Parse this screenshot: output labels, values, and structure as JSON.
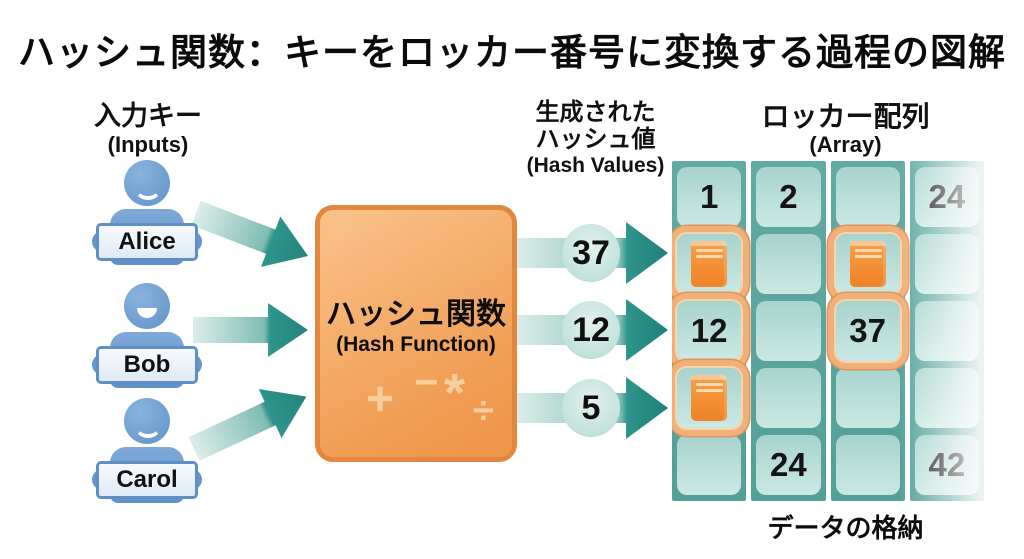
{
  "title": "ハッシュ関数：キーをロッカー番号に変換する過程の図解",
  "inputs": {
    "heading_ja": "入力キー",
    "heading_en": "(Inputs)",
    "people": [
      {
        "name": "Alice"
      },
      {
        "name": "Bob"
      },
      {
        "name": "Carol"
      }
    ]
  },
  "hash_function": {
    "heading_ja": "ハッシュ関数",
    "heading_en": "(Hash Function)",
    "symbols": [
      "+",
      "−",
      "*",
      "÷"
    ]
  },
  "hash_values": {
    "heading_ja_1": "生成された",
    "heading_ja_2": "ハッシュ値",
    "heading_en": "(Hash Values)",
    "values": [
      "37",
      "12",
      "5"
    ]
  },
  "locker_array": {
    "heading_ja": "ロッカー配列",
    "heading_en": "(Array)",
    "footer": "データの格納",
    "grid": [
      [
        {
          "text": "1"
        },
        {
          "text": "2"
        },
        {
          "text": ""
        },
        {
          "text": "24",
          "faded": true
        }
      ],
      [
        {
          "text": "",
          "book": true,
          "highlight": true
        },
        {
          "text": ""
        },
        {
          "text": "",
          "book": true,
          "highlight": true
        },
        {
          "text": ""
        }
      ],
      [
        {
          "text": "12",
          "highlight": true
        },
        {
          "text": ""
        },
        {
          "text": "37",
          "highlight": true
        },
        {
          "text": ""
        }
      ],
      [
        {
          "text": "",
          "book": true,
          "highlight": true
        },
        {
          "text": ""
        },
        {
          "text": ""
        },
        {
          "text": ""
        }
      ],
      [
        {
          "text": ""
        },
        {
          "text": "24"
        },
        {
          "text": ""
        },
        {
          "text": "42",
          "faded": true
        }
      ]
    ]
  },
  "colors": {
    "arrow_teal_dark": "#23857d",
    "arrow_teal_light": "#dcede9",
    "grid_strip_teal": "#58a39c",
    "cell_teal": "#bfe0db",
    "box_orange": "#f3a55c",
    "box_border_orange": "#e3873e",
    "ring_orange": "#f0b07a",
    "book_orange": "#f28a2e",
    "person_blue": "#6899cd"
  }
}
